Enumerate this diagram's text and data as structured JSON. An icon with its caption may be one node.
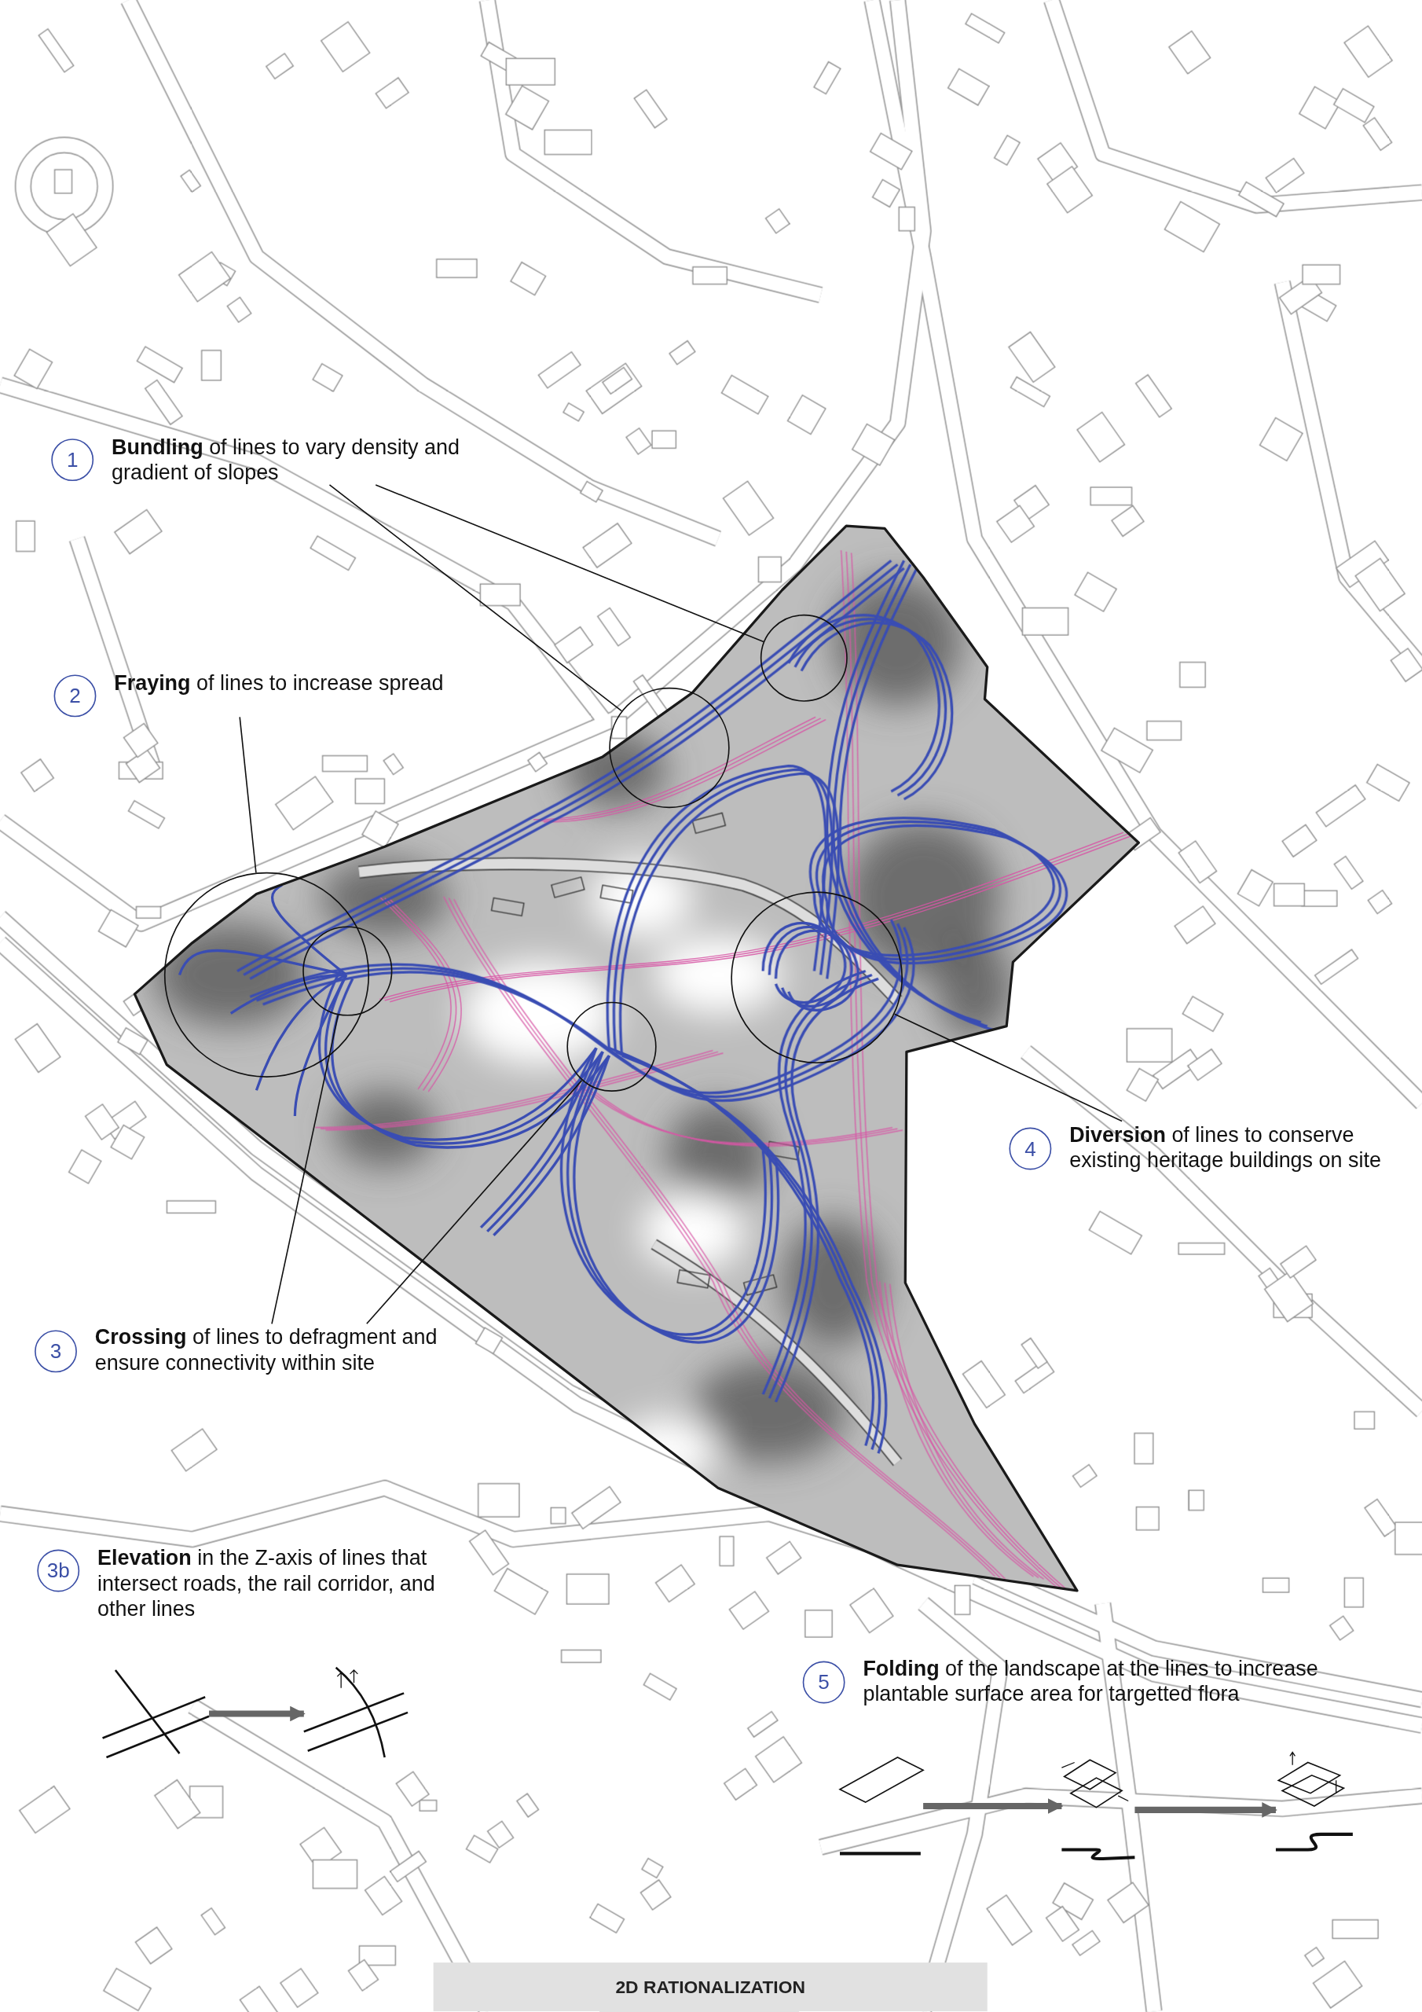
{
  "diagram": {
    "title": "2D RATIONALIZATION",
    "nodes": [
      {
        "text": [
          "1",
          "**Bundling** of lines to vary density and gradient of slopes"
        ]
      },
      {
        "text": [
          "2",
          "**Fraying** of lines to increase spread"
        ]
      },
      {
        "text": [
          "3",
          "**Crossing** of lines to defragment and ensure connectivity within site"
        ]
      },
      {
        "text": [
          "4",
          "**Diversion** of lines to conserve existing heritage buildings on site"
        ]
      },
      {
        "text": [
          "3b",
          "**Elevation** in the Z-axis of lines that intersect roads, the rail corridor, and other lines"
        ]
      },
      {
        "text": [
          "5",
          "**Folding** of the landscape at the lines to increase plantable surface area for targetted flora"
        ]
      },
      {
        "text": [],
        "shape": "circle"
      },
      {
        "text": [],
        "shape": "circle"
      },
      {
        "text": [],
        "shape": "circle"
      },
      {
        "text": [],
        "shape": "circle"
      },
      {
        "text": [],
        "shape": "circle"
      },
      {
        "text": [],
        "shape": "circle"
      },
      {
        "text": [],
        "shape": "picture"
      },
      {
        "text": [],
        "shape": "picture"
      },
      {
        "text": [],
        "shape": "picture"
      },
      {
        "text": [],
        "shape": "picture"
      },
      {
        "text": [],
        "shape": "picture"
      }
    ],
    "edges": [
      {
        "from": 0,
        "to": 9,
        "arrow": "none"
      },
      {
        "from": 0,
        "to": 8,
        "arrow": "none"
      },
      {
        "from": 1,
        "to": 6,
        "arrow": "none"
      },
      {
        "from": 2,
        "to": 7,
        "arrow": "none"
      },
      {
        "from": 2,
        "to": 10,
        "arrow": "none"
      },
      {
        "from": 3,
        "to": 11,
        "arrow": "none"
      },
      {
        "from": 12,
        "to": 13,
        "arrow": "to",
        "style": "thick",
        "color": "#666666"
      },
      {
        "from": 14,
        "to": 15,
        "arrow": "to",
        "style": "thick",
        "color": "#666666"
      },
      {
        "from": 15,
        "to": 16,
        "arrow": "to",
        "style": "thick",
        "color": "#666666"
      }
    ]
  }
}
